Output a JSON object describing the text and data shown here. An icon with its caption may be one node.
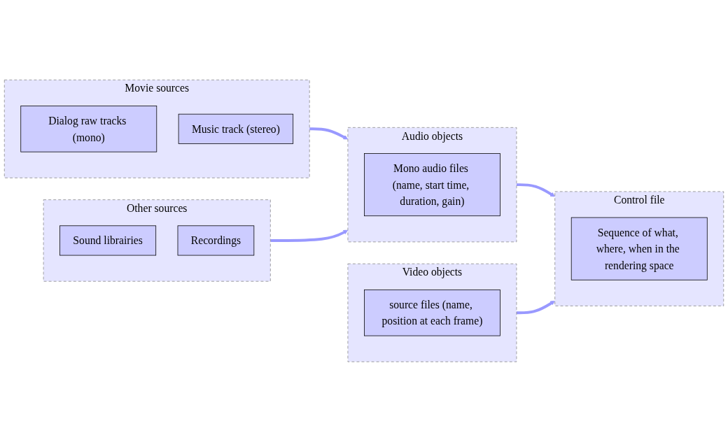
{
  "diagram": {
    "nodes": [
      {
        "text": [
          "Movie sources"
        ]
      },
      {
        "text": [
          "Dialog raw tracks (mono)"
        ],
        "in": 0
      },
      {
        "text": [
          "Music track (stereo)"
        ],
        "in": 0
      },
      {
        "text": [
          "Audio objects"
        ]
      },
      {
        "text": [
          "Mono audio files (name, start time, duration, gain)"
        ],
        "in": 3
      },
      {
        "text": [
          "Control file"
        ]
      },
      {
        "text": [
          "Sequence of what, where, when in the rendering space"
        ],
        "in": 5
      },
      {
        "text": [
          "Other sources"
        ]
      },
      {
        "text": [
          "Sound librairies"
        ],
        "in": 7
      },
      {
        "text": [
          "Recordings"
        ],
        "in": 7
      },
      {
        "text": [
          "Video objects"
        ]
      },
      {
        "text": [
          "source files (name, position at each frame)"
        ],
        "in": 10
      }
    ],
    "edges": [
      {
        "from": 0,
        "to": 3,
        "arrow": "to"
      },
      {
        "from": 3,
        "to": 5,
        "arrow": "to"
      },
      {
        "from": 7,
        "to": 3,
        "arrow": "to"
      },
      {
        "from": 10,
        "to": 5,
        "arrow": "to"
      }
    ]
  }
}
